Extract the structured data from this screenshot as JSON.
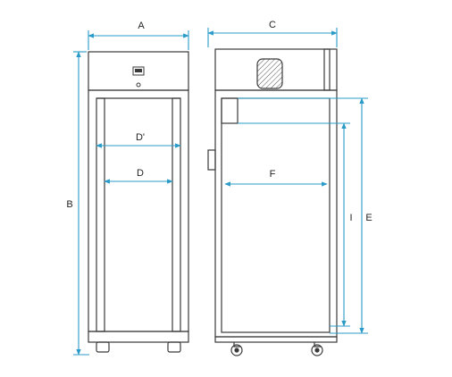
{
  "labels": {
    "a": "A",
    "b": "B",
    "c": "C",
    "d_prime": "D'",
    "d": "D",
    "e": "E",
    "f": "F",
    "i": "I"
  },
  "colors": {
    "outline": "#3a3a3a",
    "dimension": "#2a9bc8",
    "background": "#ffffff"
  },
  "icons": {
    "control_panel": "display-icon",
    "ventilation": "vent-grille-icon"
  }
}
